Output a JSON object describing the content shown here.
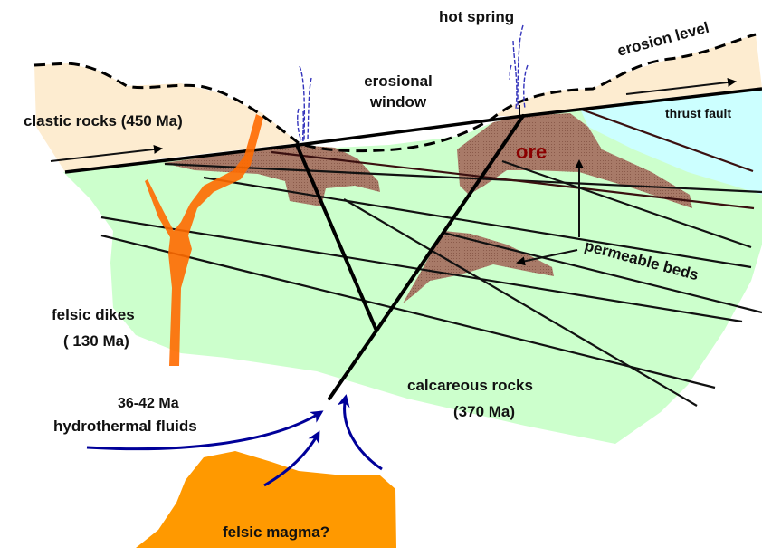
{
  "title": "Hydrothermal ore deposit cross-section",
  "colors": {
    "clastic": "#fdecd0",
    "calcareous": "#ccffcc",
    "thrust_block": "#ccffff",
    "ore": "#a87a68",
    "ore_edge": "#5a1a10",
    "dike": "#ff6a00",
    "magma": "#ff9900",
    "fluid": "#000099",
    "spring": "#3333bb",
    "ore_text": "#8b0000"
  },
  "labels": {
    "hot_spring": "hot spring",
    "erosion_level": "erosion level",
    "erosional_window_1": "erosional",
    "erosional_window_2": "window",
    "clastic_rocks": "clastic rocks (450 Ma)",
    "thrust_fault": "thrust fault",
    "ore": "ore",
    "permeable_beds": "permeable beds",
    "felsic_dikes_1": "felsic dikes",
    "felsic_dikes_2": "( 130 Ma)",
    "calcareous_rocks_1": "calcareous rocks",
    "calcareous_rocks_2": "(370 Ma)",
    "fluid_age": "36-42 Ma",
    "hydrothermal_fluids": "hydrothermal fluids",
    "felsic_magma": "felsic magma?"
  },
  "units": [
    {
      "name": "clastic rocks",
      "age_ma": 450
    },
    {
      "name": "calcareous rocks",
      "age_ma": 370
    },
    {
      "name": "felsic dikes",
      "age_ma": 130
    },
    {
      "name": "hydrothermal fluids",
      "age_ma": "36-42"
    }
  ]
}
